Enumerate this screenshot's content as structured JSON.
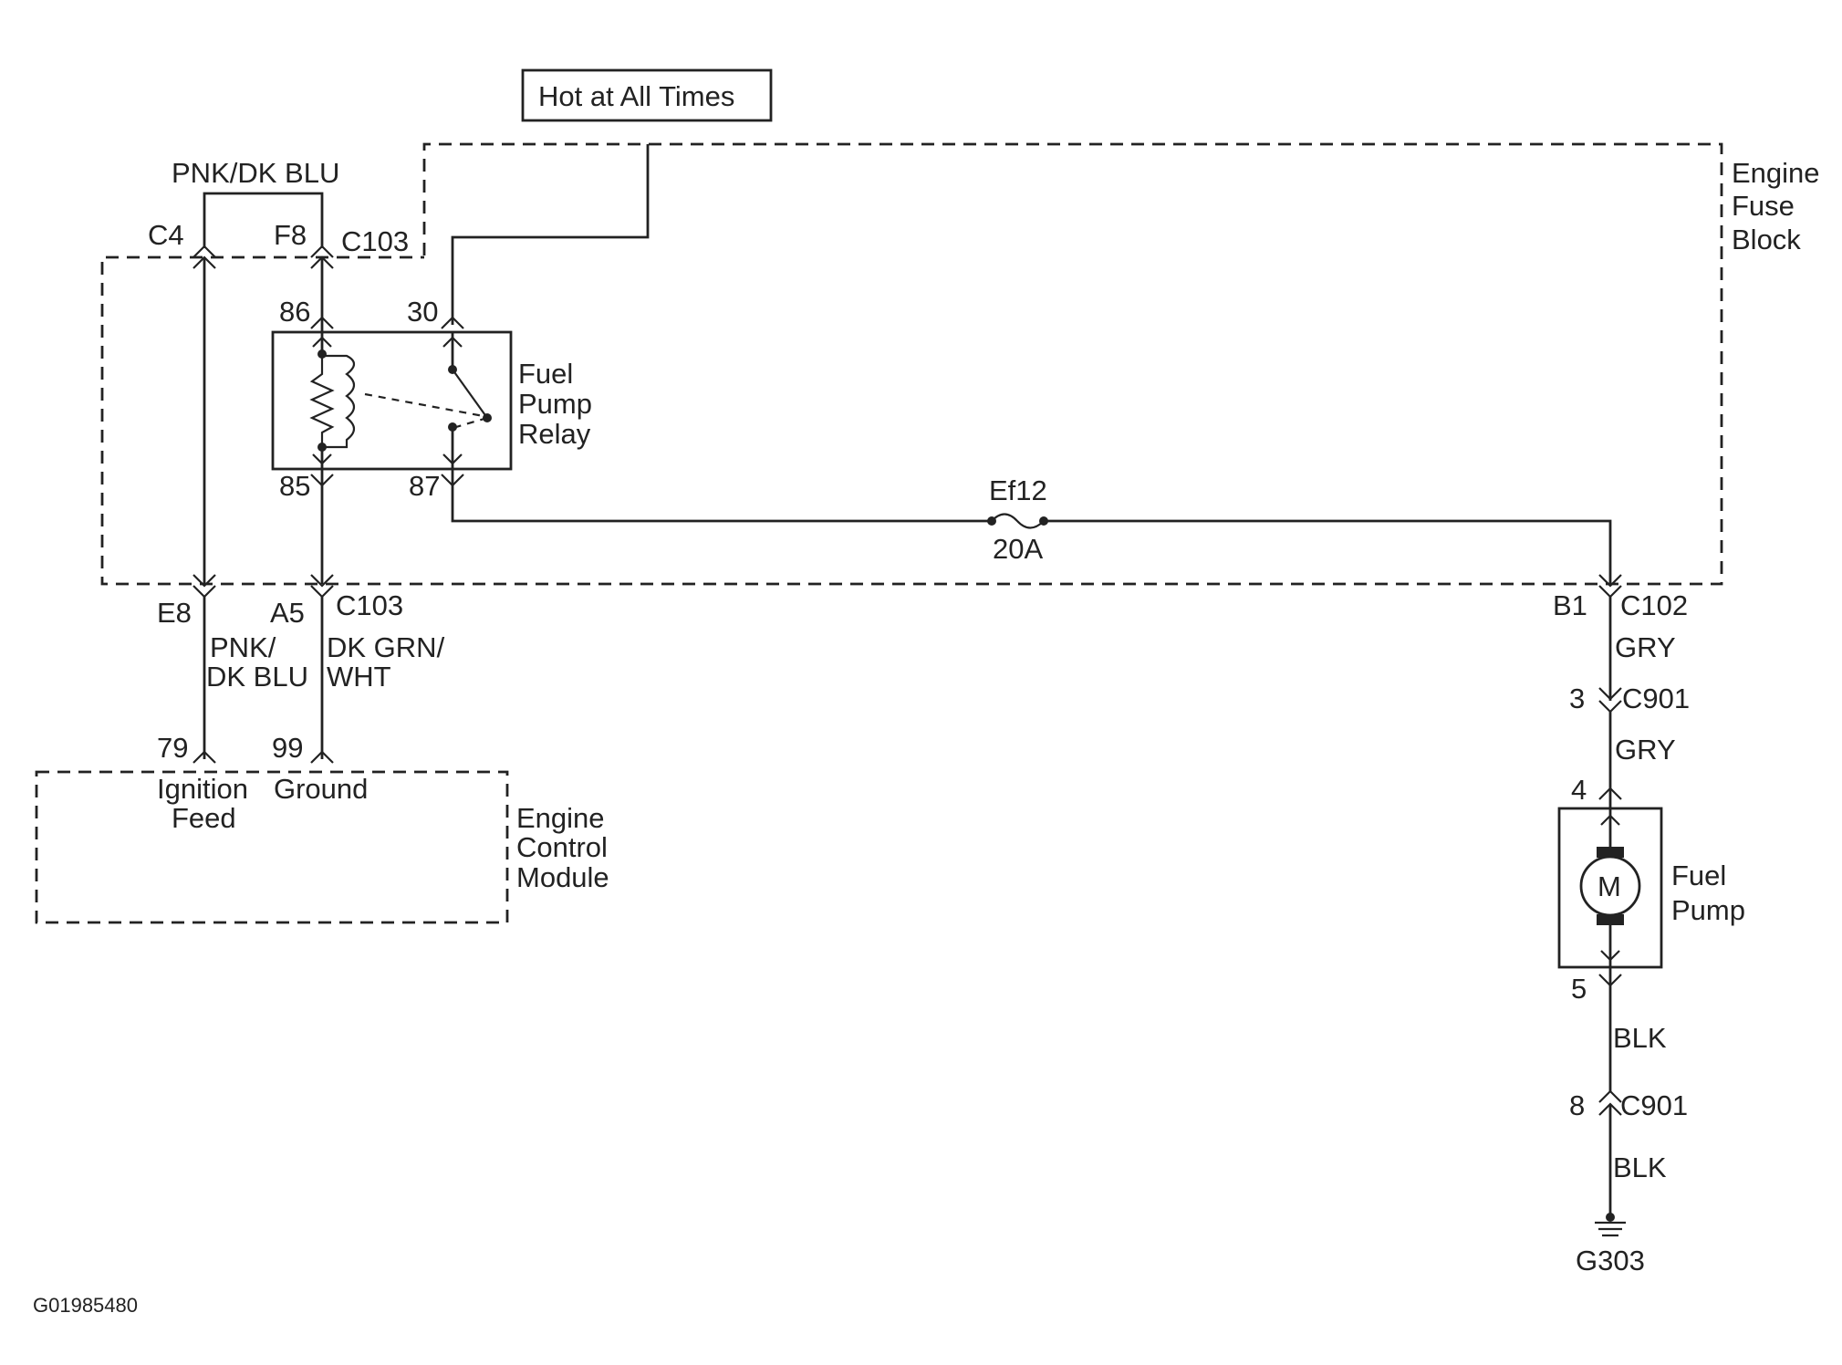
{
  "labels": {
    "hot_at_all_times": "Hot at All Times",
    "engine_fuse_block": [
      "Engine",
      "Fuse",
      "Block"
    ],
    "wire_pnk_dkblu_top": "PNK/DK BLU",
    "pin_c4": "C4",
    "pin_f8": "F8",
    "conn_c103_top": "C103",
    "pin_86": "86",
    "pin_30": "30",
    "pin_85": "85",
    "pin_87": "87",
    "fuel_pump_relay": [
      "Fuel",
      "Pump",
      "Relay"
    ],
    "fuse_name": "Ef12",
    "fuse_rating": "20A",
    "pin_e8": "E8",
    "pin_a5": "A5",
    "conn_c103_bottom": "C103",
    "wire_pnk_dkblu_bottom": [
      "PNK/",
      "DK BLU"
    ],
    "wire_dkgrn_wht": [
      "DK GRN/",
      "WHT"
    ],
    "pin_79": "79",
    "pin_99": "99",
    "ignition_feed": [
      "Ignition",
      "Feed"
    ],
    "ground_label": "Ground",
    "engine_control_module": [
      "Engine",
      "Control",
      "Module"
    ],
    "pin_b1": "B1",
    "conn_c102": "C102",
    "wire_gry_1": "GRY",
    "pin_3": "3",
    "conn_c901_top": "C901",
    "wire_gry_2": "GRY",
    "pin_4": "4",
    "motor_symbol": "M",
    "fuel_pump": [
      "Fuel",
      "Pump"
    ],
    "pin_5": "5",
    "wire_blk_1": "BLK",
    "pin_8": "8",
    "conn_c901_bottom": "C901",
    "wire_blk_2": "BLK",
    "ground_g303": "G303",
    "figure_code": "G01985480"
  }
}
